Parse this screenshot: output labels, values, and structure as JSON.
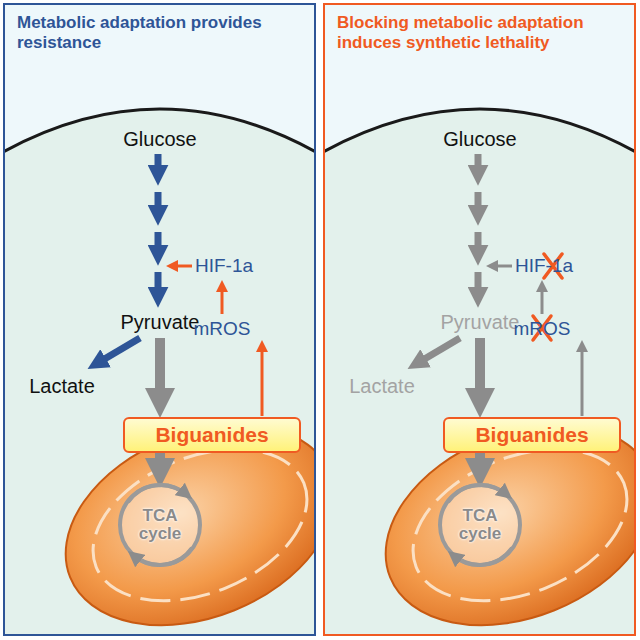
{
  "diagram": {
    "nodes": [
      {
        "text": [
          "Metabolic adaptation provides resistance"
        ]
      },
      {
        "text": [
          "Biguanides"
        ],
        "in": 0
      },
      {
        "text": [
          "TCA cycle"
        ],
        "in": 0
      },
      {
        "text": [
          "Blocking metabolic adaptation induces synthetic lethality"
        ]
      },
      {
        "text": [
          "Biguanides"
        ],
        "in": 3
      },
      {
        "text": [
          "TCA cycle"
        ],
        "in": 3
      }
    ],
    "labels": [
      "Glucose",
      "HIF-1a",
      "Pyruvate",
      "mROS",
      "Lactate",
      "Glucose",
      "HIF-1a",
      "Pyruvate",
      "mROS",
      "Lactate"
    ]
  }
}
